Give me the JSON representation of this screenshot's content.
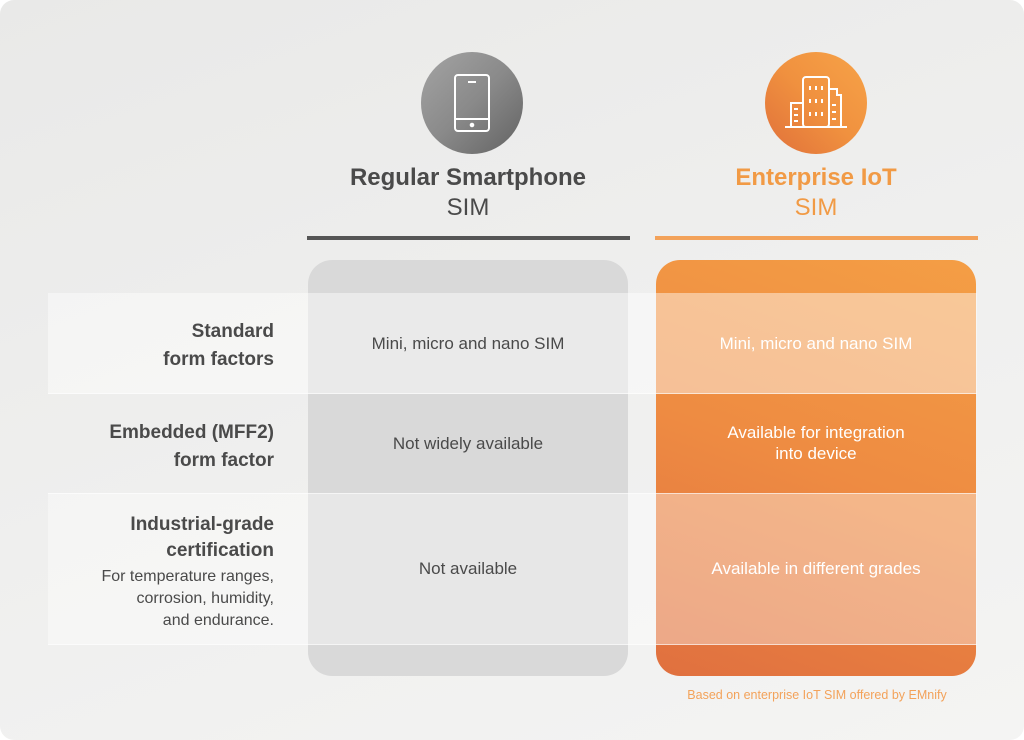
{
  "columns": {
    "regular": {
      "title_line1": "Regular Smartphone",
      "title_line2": "SIM",
      "icon": "smartphone-icon",
      "color": "#4a4a4a"
    },
    "enterprise": {
      "title_line1": "Enterprise IoT",
      "title_line2": "SIM",
      "icon": "office-building-icon",
      "color": "#f19a45"
    }
  },
  "rows": [
    {
      "label_line1": "Standard",
      "label_line2": "form factors",
      "regular": "Mini, micro and nano SIM",
      "enterprise": "Mini, micro and nano SIM"
    },
    {
      "label_line1": "Embedded (MFF2)",
      "label_line2": "form factor",
      "regular": "Not widely available",
      "enterprise_line1": "Available for integration",
      "enterprise_line2": "into device"
    },
    {
      "label_line1": "Industrial-grade",
      "label_line2": "certification",
      "sub_line1": "For temperature ranges,",
      "sub_line2": "corrosion, humidity,",
      "sub_line3": "and endurance.",
      "regular": "Not available",
      "enterprise": "Available in different grades"
    }
  ],
  "footnote": "Based on enterprise IoT SIM offered by EMnify"
}
